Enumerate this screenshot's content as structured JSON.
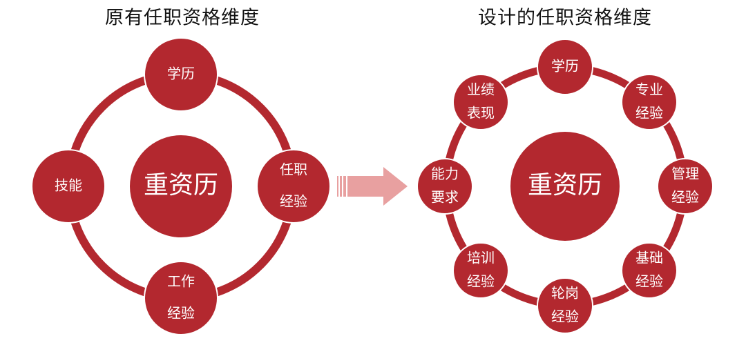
{
  "colors": {
    "main": "#b3282f",
    "arrow": "#e8a0a0",
    "background": "#ffffff"
  },
  "left": {
    "title": "原有任职资格维度",
    "center": "重资历",
    "nodes": [
      {
        "id": "xueli",
        "lines": [
          "学历"
        ]
      },
      {
        "id": "renzhi",
        "lines": [
          "任职",
          "经验"
        ]
      },
      {
        "id": "gongzuo",
        "lines": [
          "工作",
          "经验"
        ]
      },
      {
        "id": "jineng",
        "lines": [
          "技能"
        ]
      }
    ]
  },
  "right": {
    "title": "设计的任职资格维度",
    "center": "重资历",
    "nodes": [
      {
        "id": "xueli",
        "lines": [
          "学历"
        ]
      },
      {
        "id": "zhuanye",
        "lines": [
          "专业",
          "经验"
        ]
      },
      {
        "id": "guanli",
        "lines": [
          "管理",
          "经验"
        ]
      },
      {
        "id": "jichu",
        "lines": [
          "基础",
          "经验"
        ]
      },
      {
        "id": "lungang",
        "lines": [
          "轮岗",
          "经验"
        ]
      },
      {
        "id": "peixun",
        "lines": [
          "培训",
          "经验"
        ]
      },
      {
        "id": "nengli",
        "lines": [
          "能力",
          "要求"
        ]
      },
      {
        "id": "yeji",
        "lines": [
          "业绩",
          "表现"
        ]
      }
    ]
  }
}
